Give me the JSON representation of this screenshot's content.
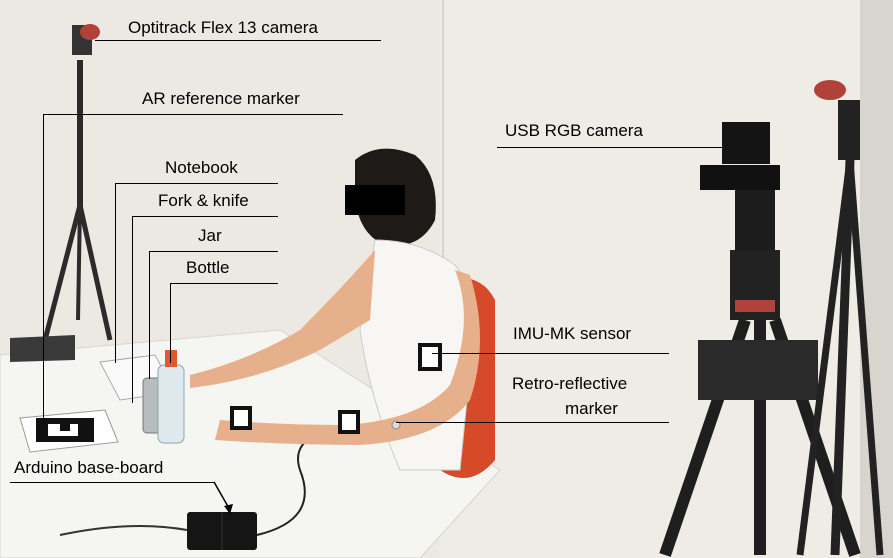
{
  "labels": {
    "camera_flex": "Optitrack Flex 13 camera",
    "ar_marker": "AR reference marker",
    "usb_camera": "USB RGB camera",
    "notebook": "Notebook",
    "fork_knife": "Fork & knife",
    "jar": "Jar",
    "bottle": "Bottle",
    "imu_sensor": "IMU-MK sensor",
    "retro_line1": "Retro-reflective",
    "retro_line2": "marker",
    "arduino": "Arduino base-board"
  },
  "colors": {
    "wall": "#ece9e3",
    "table": "#f5f5f2",
    "chair": "#d64a2a",
    "tripod": "#2b2b2b",
    "camera_red": "#b0423a"
  }
}
